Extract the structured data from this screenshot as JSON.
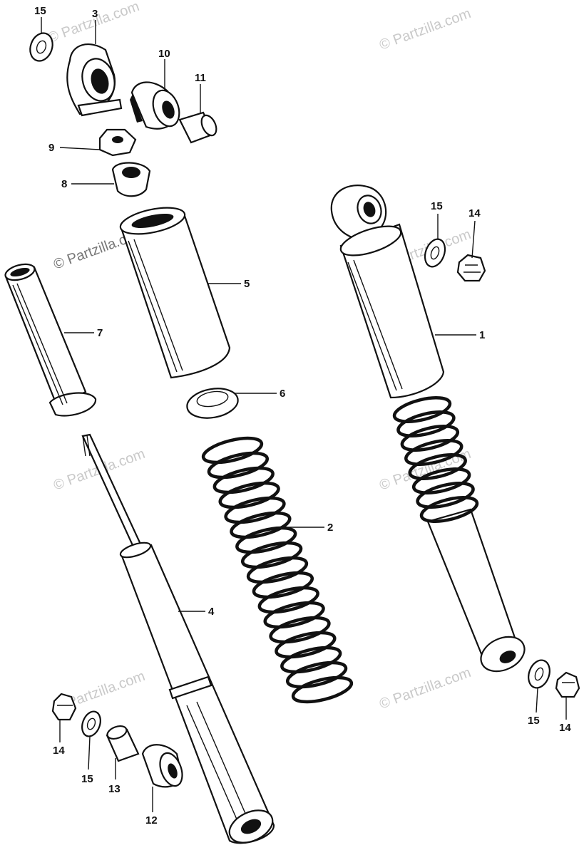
{
  "diagram": {
    "watermark_text": "© Partzilla.com",
    "callouts": {
      "c1": "1",
      "c2": "2",
      "c3": "3",
      "c4": "4",
      "c5": "5",
      "c6": "6",
      "c7": "7",
      "c8": "8",
      "c9": "9",
      "c10": "10",
      "c11": "11",
      "c12": "12",
      "c13": "13",
      "c14a": "14",
      "c14b": "14",
      "c14c": "14",
      "c15a": "15",
      "c15b": "15",
      "c15c": "15",
      "c15d": "15"
    }
  },
  "colors": {
    "ink": "#111111",
    "watermark": "#c9c9c9",
    "background": "#ffffff"
  }
}
